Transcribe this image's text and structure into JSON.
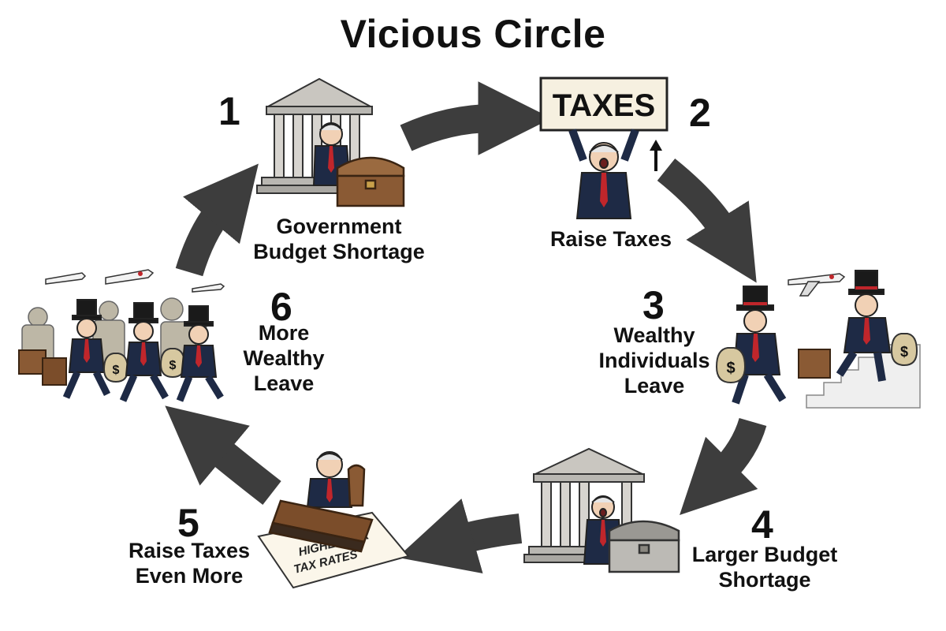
{
  "title": "Vicious Circle",
  "steps": [
    {
      "number": "1",
      "label_lines": [
        "Government",
        "Budget Shortage"
      ]
    },
    {
      "number": "2",
      "label_lines": [
        "Raise Taxes"
      ]
    },
    {
      "number": "3",
      "label_lines": [
        "Wealthy",
        "Individuals",
        "Leave"
      ]
    },
    {
      "number": "4",
      "label_lines": [
        "Larger Budget",
        "Shortage"
      ]
    },
    {
      "number": "5",
      "label_lines": [
        "Raise Taxes",
        "Even More"
      ]
    },
    {
      "number": "6",
      "label_lines": [
        "More",
        "Wealthy",
        "Leave"
      ]
    }
  ],
  "sign_text": "TAXES",
  "stamp_text_lines": [
    "HIGHER TAX",
    "TAX RATES"
  ],
  "money_symbol": "$",
  "colors": {
    "arrow": "#3d3d3d",
    "suit": "#1e2a45",
    "tie": "#c0262b",
    "stone": "#b9b7b2",
    "wood": "#8a5a34"
  }
}
